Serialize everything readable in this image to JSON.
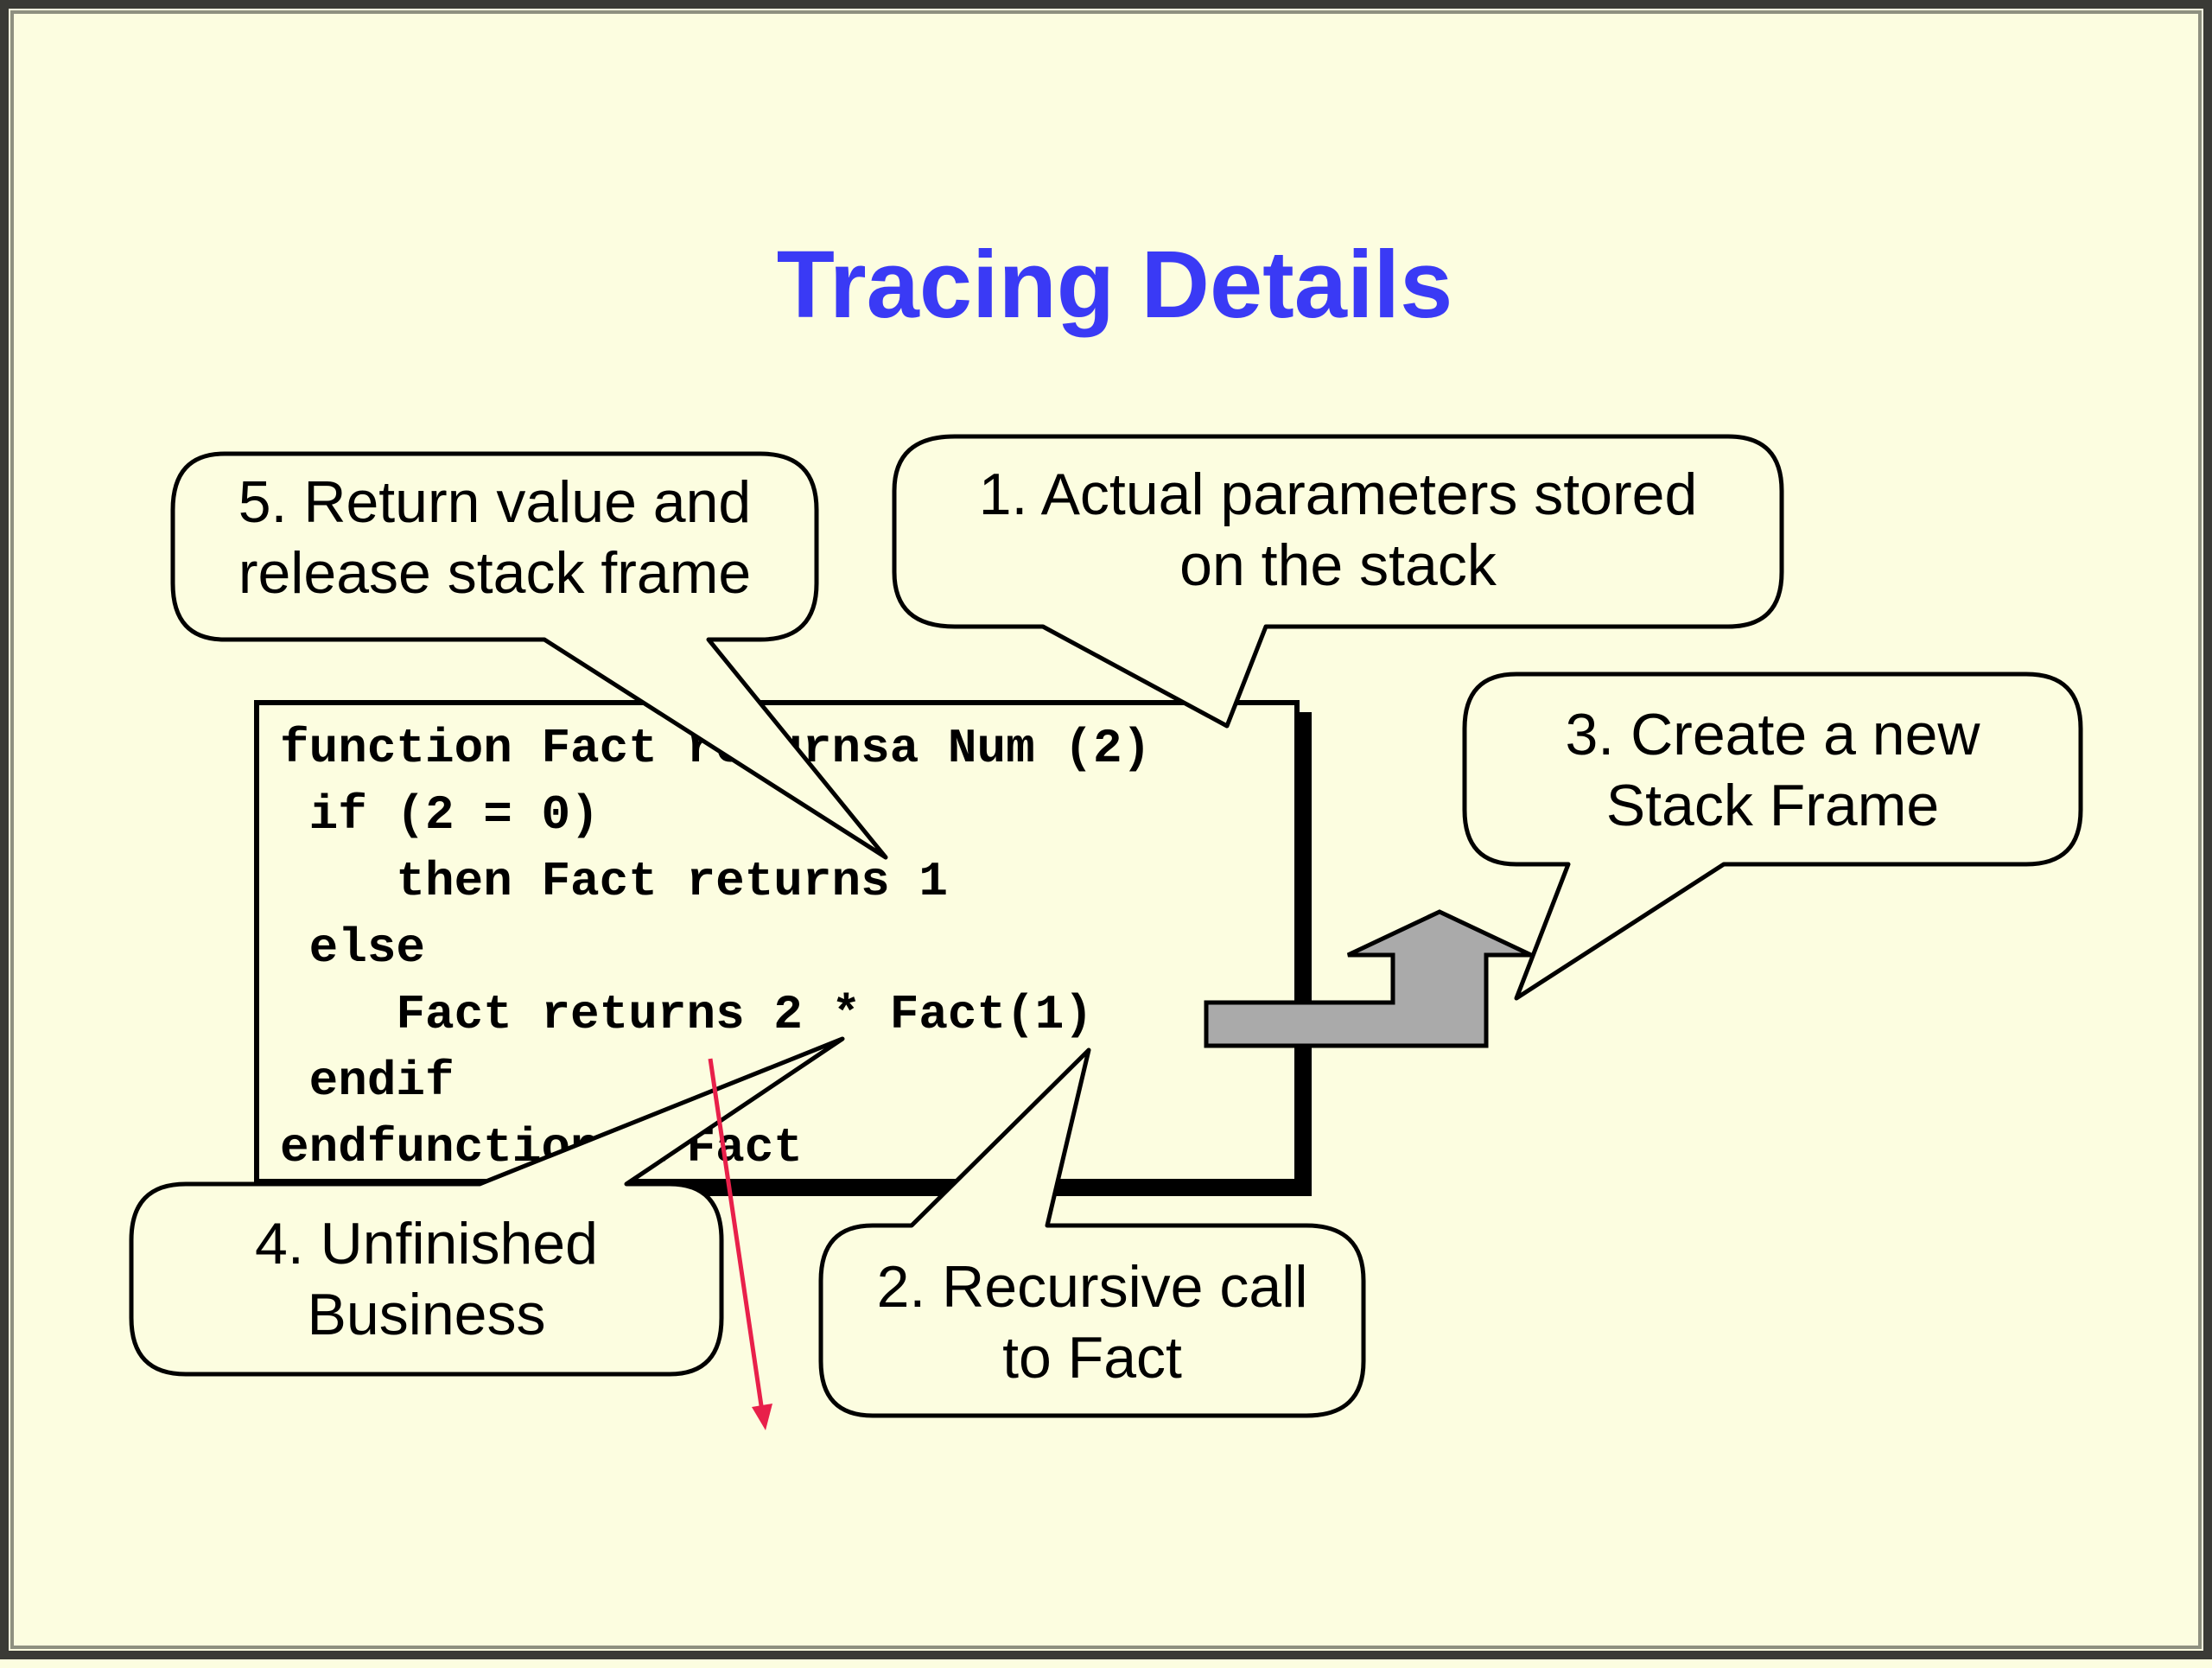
{
  "slide": {
    "title": "Tracing Details",
    "code_lines": [
      "function Fact returnsa Num (2)",
      " if (2 = 0)",
      "    then Fact returns 1",
      " else",
      "    Fact returns 2 * Fact(1)",
      " endif",
      "endfunction //Fact"
    ],
    "callouts": {
      "c1": {
        "line1": "1. Actual parameters stored",
        "line2": "on the stack"
      },
      "c2": {
        "line1": "2. Recursive call",
        "line2": "to Fact"
      },
      "c3": {
        "line1": "3. Create a new",
        "line2": "Stack Frame"
      },
      "c4": {
        "line1": "4. Unfinished",
        "line2": "Business"
      },
      "c5": {
        "line1": "5. Return value and",
        "line2": "release stack frame"
      }
    },
    "colors": {
      "background": "#fcfde0",
      "title": "#3a3af5",
      "arrow_fill": "#aaaaaa",
      "trace_line": "#e8204a"
    }
  }
}
